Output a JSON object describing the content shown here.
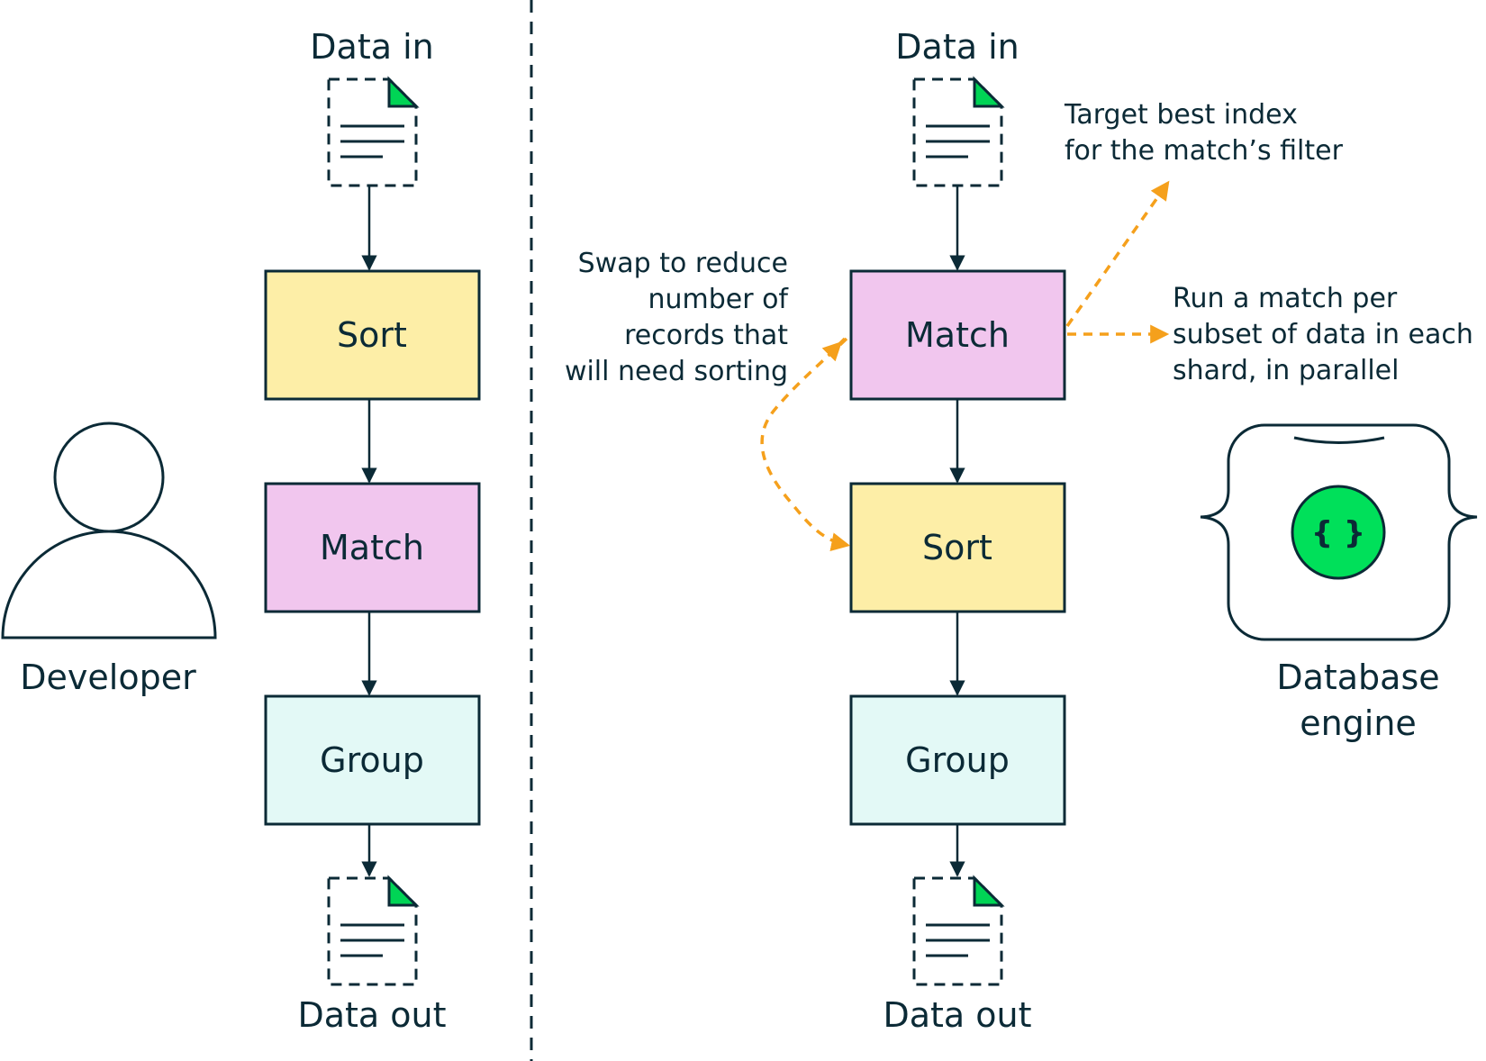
{
  "colors": {
    "ink": "#0b2a36",
    "sort_fill": "#fdeea7",
    "match_fill": "#f1c6ee",
    "group_fill": "#e3f9f6",
    "doc_corner": "#00d455",
    "orange_arrow": "#f5a01c",
    "engine_green": "#00e05a"
  },
  "developer_label": "Developer",
  "engine_label_line1": "Database",
  "engine_label_line2": "engine",
  "engine_icon_text": "{ }",
  "left_pipeline": {
    "data_in": "Data in",
    "stages": [
      "Sort",
      "Match",
      "Group"
    ],
    "data_out": "Data out"
  },
  "right_pipeline": {
    "data_in": "Data in",
    "stages": [
      "Match",
      "Sort",
      "Group"
    ],
    "data_out": "Data out"
  },
  "annotations": {
    "swap": [
      "Swap to reduce",
      "number of",
      "records that",
      "will need sorting"
    ],
    "target_index": [
      "Target best index",
      "for the match’s filter"
    ],
    "parallel": [
      "Run a match per",
      "subset of data in each",
      "shard, in parallel"
    ]
  }
}
